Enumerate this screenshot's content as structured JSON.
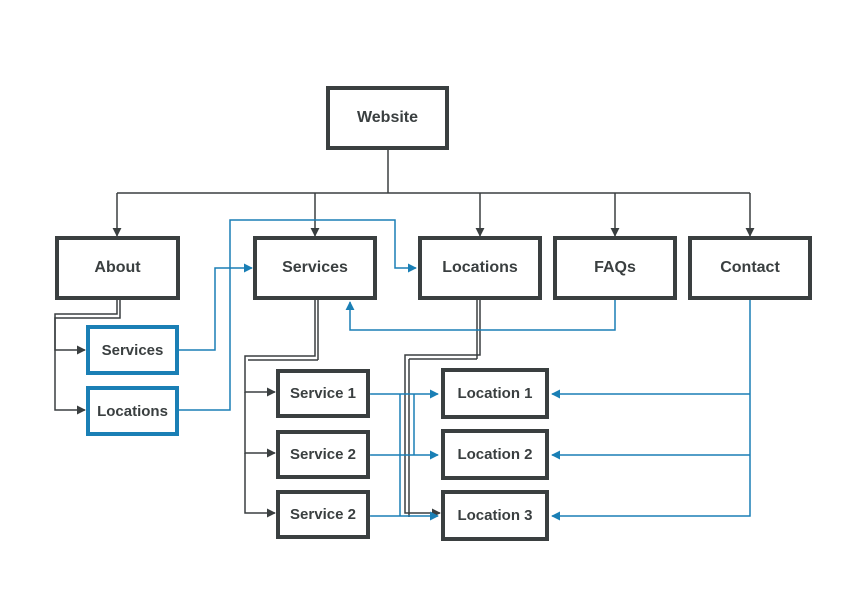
{
  "colors": {
    "dark": "#3a3f40",
    "blue": "#1a7fb5"
  },
  "root": {
    "label": "Website"
  },
  "top_level": {
    "about": "About",
    "services": "Services",
    "locations": "Locations",
    "faqs": "FAQs",
    "contact": "Contact"
  },
  "about_children": {
    "services": "Services",
    "locations": "Locations"
  },
  "service_pages": [
    "Service 1",
    "Service 2",
    "Service 2"
  ],
  "location_pages": [
    "Location 1",
    "Location 2",
    "Location 3"
  ]
}
